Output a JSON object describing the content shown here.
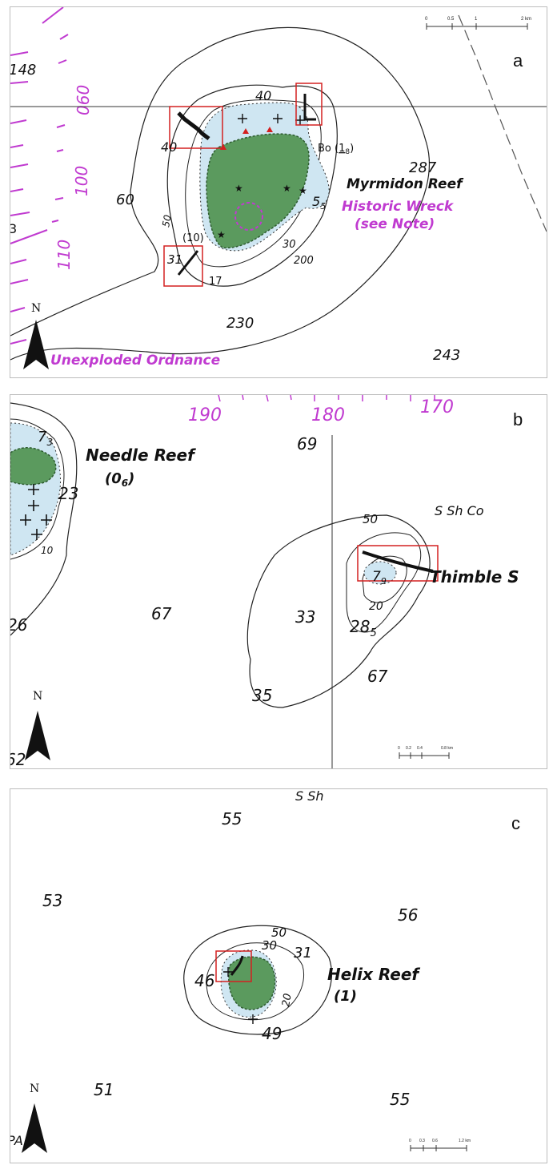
{
  "panels": {
    "a": {
      "letter": "a",
      "bearings": [
        "060",
        "100",
        "110"
      ],
      "depths": [
        "148",
        "40",
        "40",
        "60",
        "287",
        "230",
        "243",
        "50",
        "30",
        "200",
        "(10)",
        "31",
        "17",
        "5"
      ],
      "depth_subscript": "5",
      "reef_name": "Myrmidon Reef",
      "bottom_label": "Bo (",
      "bottom_label_digit": "1",
      "bottom_label_sub": "8",
      "bottom_label_end": ")",
      "wreck_line1": "Historic Wreck",
      "wreck_line2": "(see Note)",
      "ordnance": "Unexploded Ordnance",
      "north": "N",
      "scale_labels": [
        "0",
        "0.5",
        "1",
        "2 km"
      ],
      "edge_fragment": "3"
    },
    "b": {
      "letter": "b",
      "bearings": [
        "190",
        "180",
        "170"
      ],
      "reef_name": "Needle Reef",
      "reef_depth": "(0",
      "reef_depth_sub": "6",
      "reef_depth_end": ")",
      "depths": [
        "7",
        "23",
        "10",
        "26",
        "67",
        "69",
        "50",
        "7",
        "20",
        "28",
        "33",
        "67",
        "35",
        "62"
      ],
      "sub_73": "3",
      "sub_79": "9",
      "sub_285": "5",
      "seabed": "S Sh Co",
      "shoal_name": "Thimble S",
      "north": "N",
      "scale_labels": [
        "0",
        "0.2",
        "0.4",
        "0.8 km"
      ]
    },
    "c": {
      "letter": "c",
      "seabed": "S Sh",
      "depths": [
        "55",
        "53",
        "56",
        "50",
        "30",
        "31",
        "46",
        "20",
        "49",
        "51",
        "55"
      ],
      "reef_name": "Helix Reef",
      "reef_depth": "(1)",
      "north": "N",
      "edge_fragment": "PA",
      "scale_labels": [
        "0",
        "0.3",
        "0.6",
        "1.2 km"
      ]
    }
  },
  "colors": {
    "reef_green": "#5b9a5e",
    "shallow_blue": "#cfe6f2",
    "magenta": "#c03ad0",
    "outline_red": "#d42020"
  }
}
